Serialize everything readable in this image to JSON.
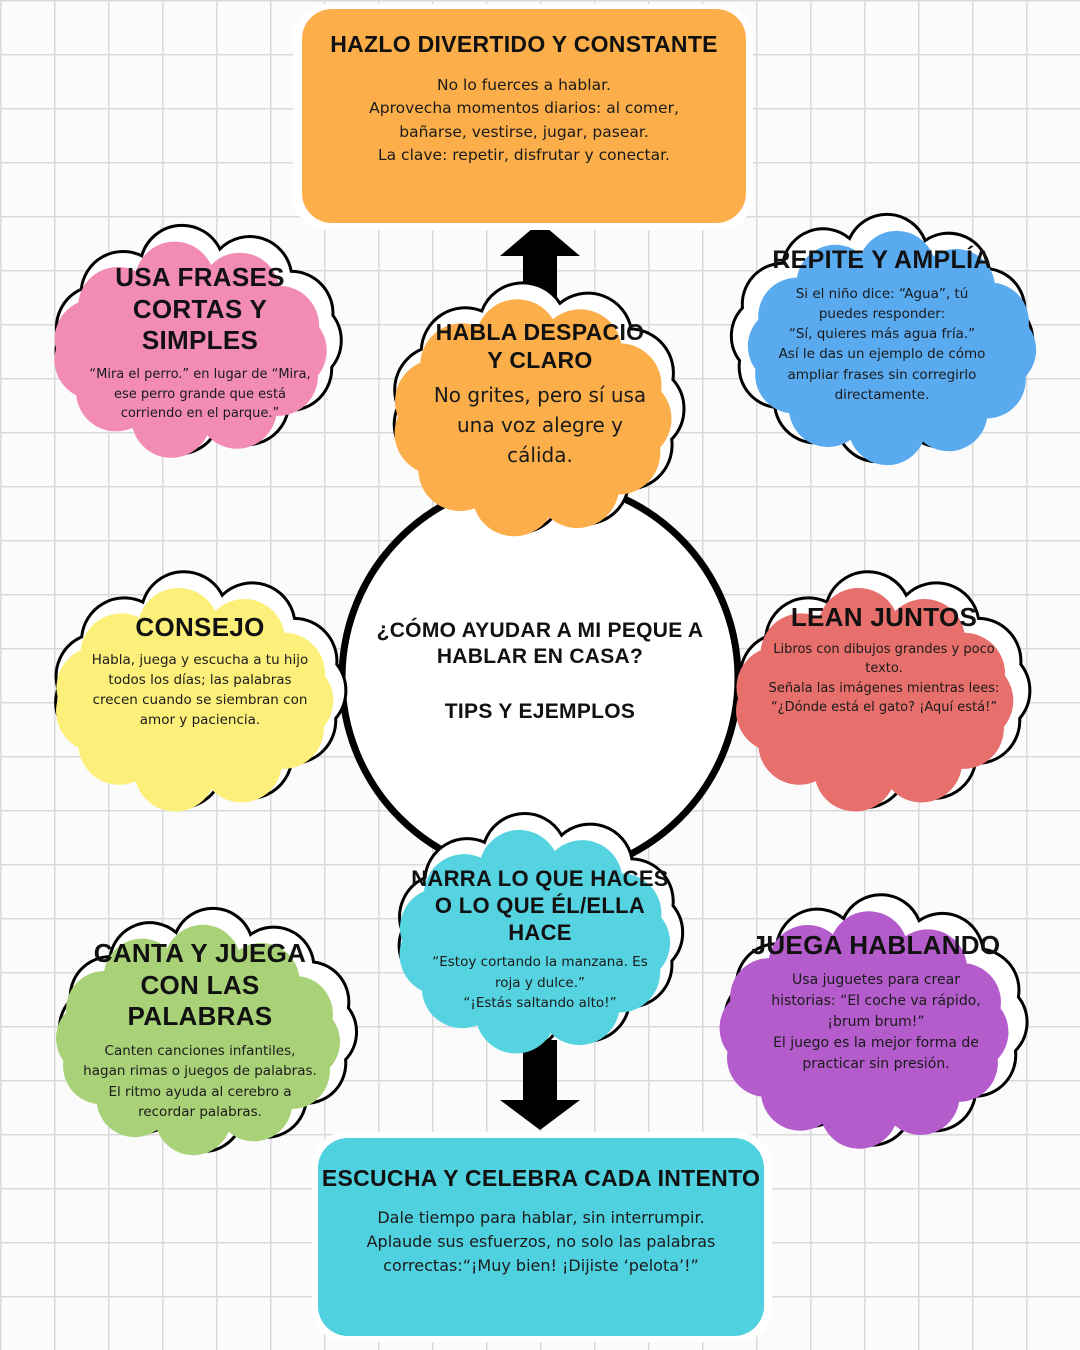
{
  "central": {
    "question": "¿Cómo ayudar a mi peque a hablar en casa?",
    "subtitle": "Tips y ejemplos"
  },
  "cards": {
    "top": {
      "title": "Hazlo divertido y constante",
      "body": "No lo fuerces a hablar.\nAprovecha momentos diarios: al comer,\nbañarse, vestirse, jugar, pasear.\nLa clave: repetir, disfrutar y conectar.",
      "color": "#fbae49"
    },
    "bottom": {
      "title": "Escucha y celebra cada intento",
      "body": "Dale tiempo para hablar, sin interrumpir.\nAplaude sus esfuerzos, no solo las palabras\ncorrectas:“¡Muy bien! ¡Dijiste ‘pelota’!”",
      "color": "#4fd1e0"
    }
  },
  "clouds": {
    "usa_frases": {
      "title": "Usa frases cortas y simples",
      "body": "“Mira el perro.” en lugar de “Mira,\nese perro grande que está\ncorriendo en el parque.”",
      "color": "#f28cb5"
    },
    "habla_despacio": {
      "title": "Habla despacio y claro",
      "body": "No grites, pero sí usa\nuna voz alegre y\ncálida.",
      "color": "#fbae49"
    },
    "repite": {
      "title": "Repite y amplía",
      "body": "Si el niño dice: “Agua”, tú\npuedes responder:\n“Sí, quieres más agua fría.”\nAsí le das un ejemplo de cómo\nampliar frases sin corregirlo\ndirectamente.",
      "color": "#5aaaf0"
    },
    "consejo": {
      "title": "Consejo",
      "body": "Habla, juega y escucha a tu hijo\ntodos los días; las palabras\ncrecen cuando se siembran con\namor y paciencia.",
      "color": "#fdf07a"
    },
    "lean": {
      "title": "Lean juntos",
      "body": "Libros con dibujos grandes y poco\ntexto.\nSeñala las imágenes mientras lees:\n“¿Dónde está el gato? ¡Aquí está!”",
      "color": "#e76f6c"
    },
    "narra": {
      "title": "Narra lo que haces o lo que él/ella hace",
      "body": "“Estoy cortando la manzana. Es\nroja y dulce.”\n“¡Estás saltando alto!”",
      "color": "#56d3e1"
    },
    "canta": {
      "title": "Canta y juega con las palabras",
      "body": "Canten canciones infantiles,\nhagan rimas o juegos de palabras.\nEl ritmo ayuda al cerebro a\nrecordar palabras.",
      "color": "#a8d178"
    },
    "juega": {
      "title": "Juega hablando",
      "body": "Usa juguetes para crear\nhistorias: “El coche va rápido,\n¡brum brum!”\nEl juego es la mejor forma de\npracticar sin presión.",
      "color": "#b45ccc"
    }
  }
}
